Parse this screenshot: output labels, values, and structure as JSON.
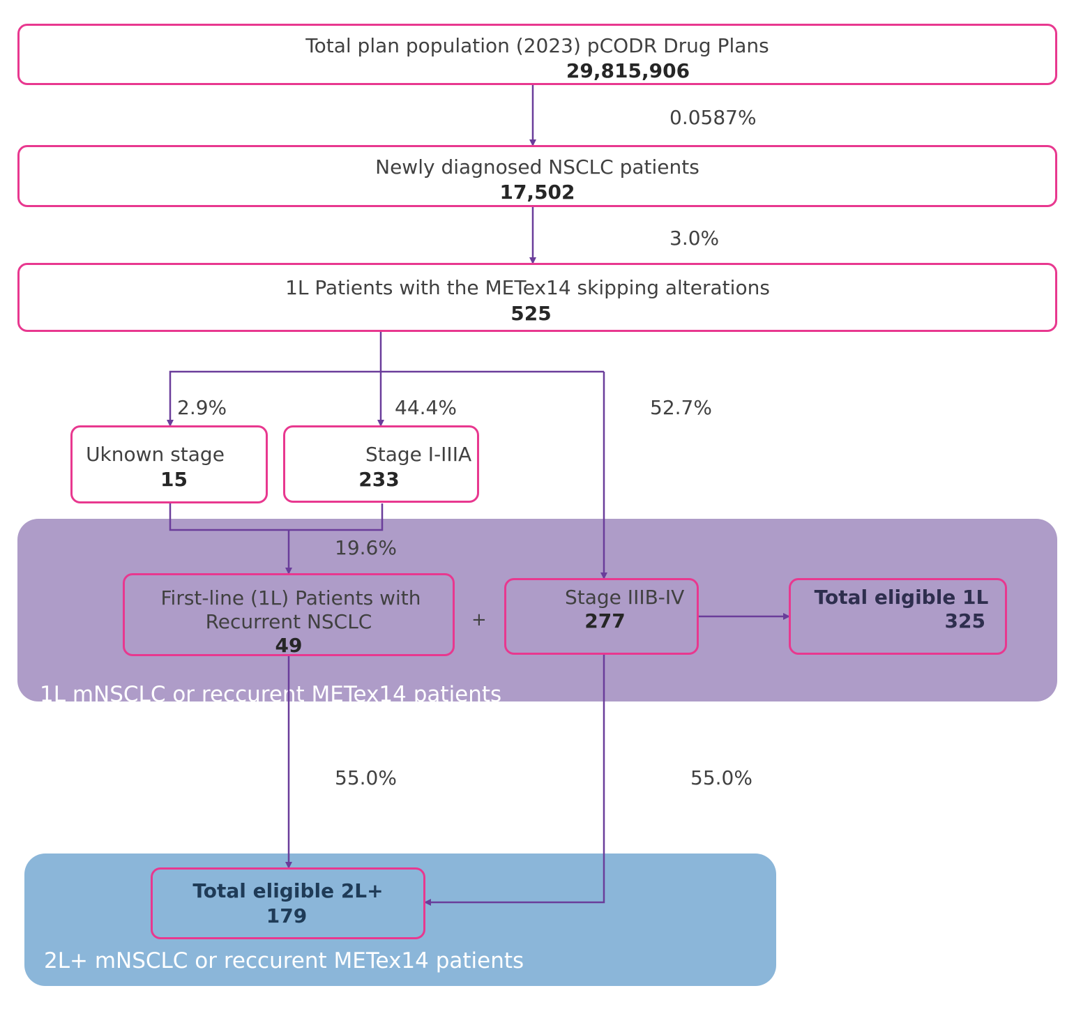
{
  "colors": {
    "box_border": "#e8388f",
    "arrow": "#6a3d9a",
    "region_1l": "#ae9cc8",
    "region_2l": "#8bb6d9"
  },
  "boxes": {
    "total_population": {
      "label": "Total plan population (2023) pCODR Drug Plans",
      "value": "29,815,906"
    },
    "newly_diagnosed": {
      "label": "Newly diagnosed NSCLC patients",
      "value": "17,502"
    },
    "metex14_1l": {
      "label": "1L Patients with the METex14 skipping alterations",
      "value": "525"
    },
    "unknown_stage": {
      "label": "Uknown stage",
      "value": "15"
    },
    "stage_i_iiia": {
      "label": "Stage I-IIIA",
      "value": "233"
    },
    "recurrent": {
      "label_line1": "First-line (1L) Patients with",
      "label_line2": "Recurrent NSCLC",
      "value": "49"
    },
    "stage_iiib_iv": {
      "label": "Stage IIIB-IV",
      "value": "277"
    },
    "total_1l": {
      "label": "Total eligible 1L",
      "value": "325"
    },
    "total_2l": {
      "label": "Total eligible 2L+",
      "value": "179"
    }
  },
  "percentages": {
    "p1": "0.0587%",
    "p2": "3.0%",
    "p_unknown": "2.9%",
    "p_stage_i": "44.4%",
    "p_stage_iiib": "52.7%",
    "p_recurrent": "19.6%",
    "p_2l_left": "55.0%",
    "p_2l_right": "55.0%"
  },
  "plus_sign": "+",
  "regions": {
    "first_line": "1L mNSCLC or reccurent METex14 patients",
    "second_line": "2L+ mNSCLC or reccurent METex14 patients"
  }
}
